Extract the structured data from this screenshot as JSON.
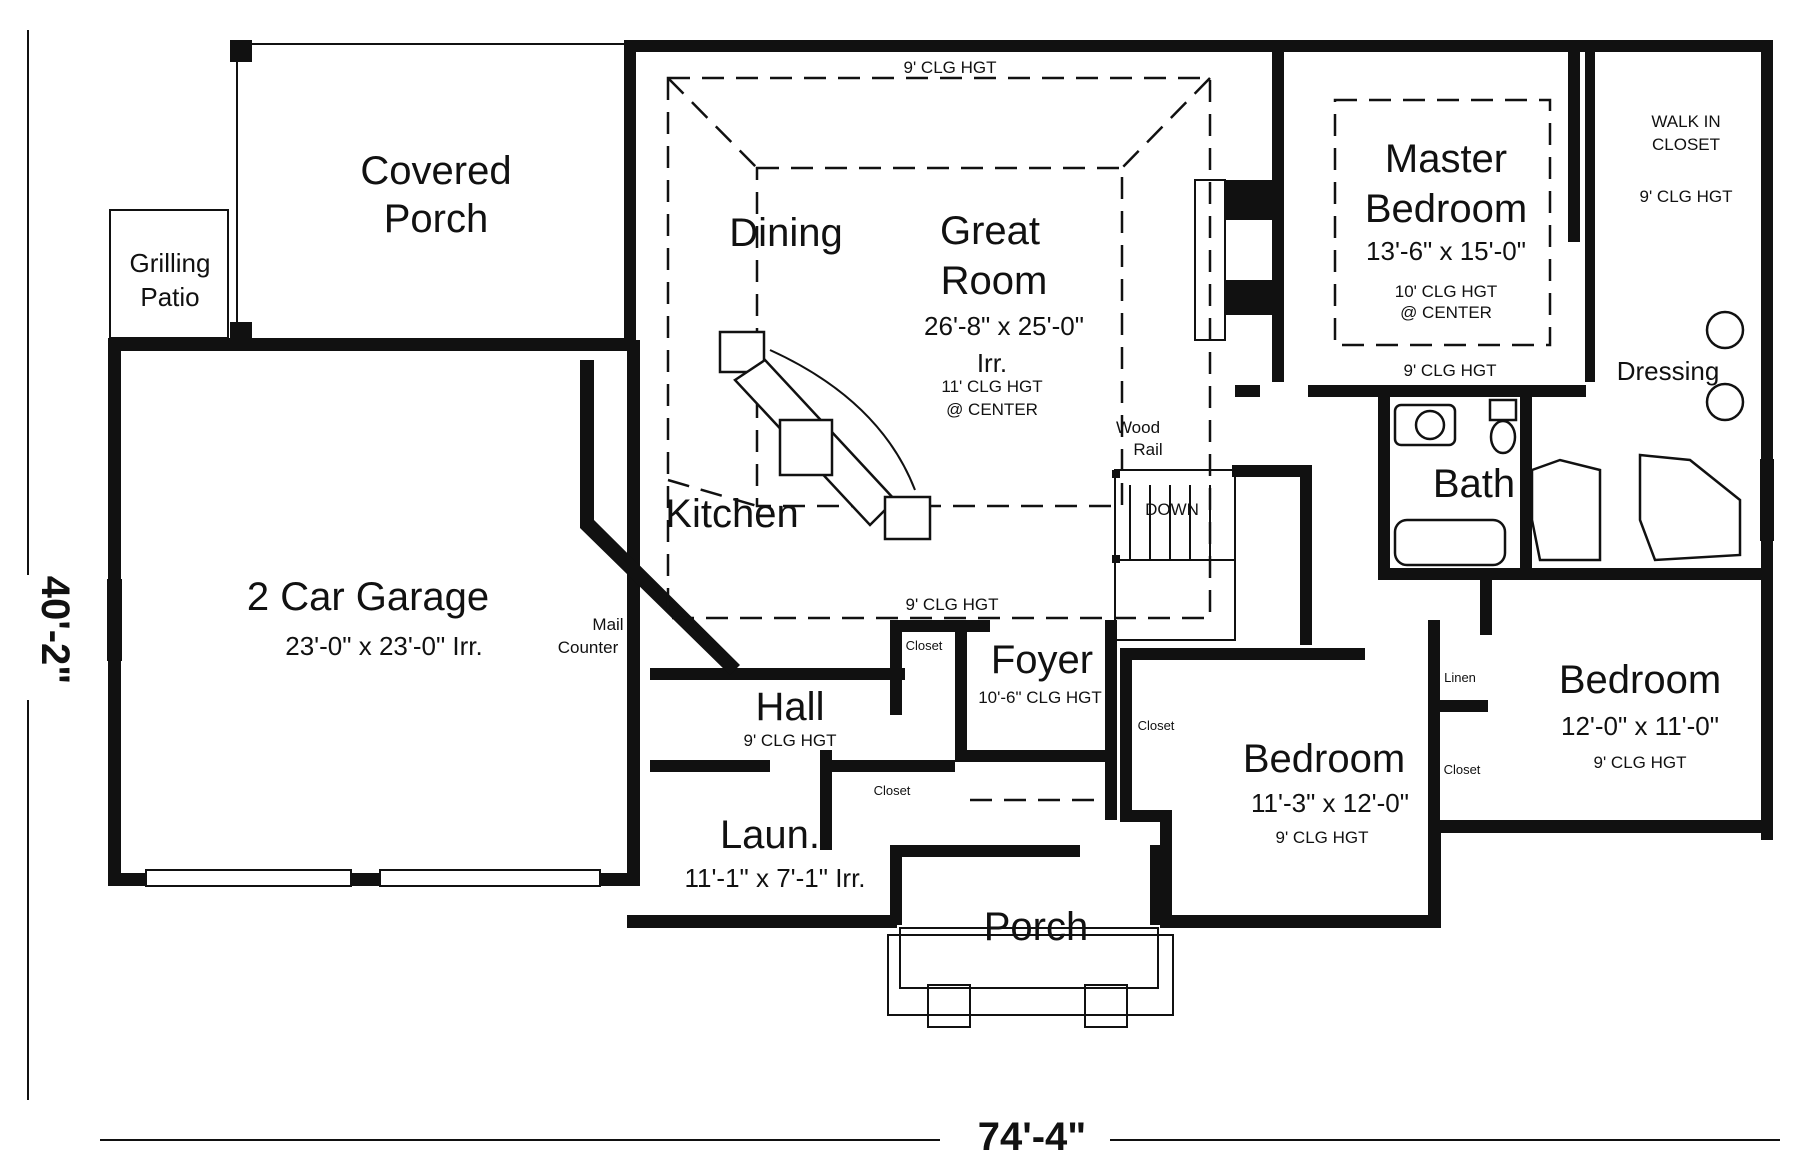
{
  "rooms": {
    "covered_porch": {
      "line1": "Covered",
      "line2": "Porch"
    },
    "grilling_patio": {
      "line1": "Grilling",
      "line2": "Patio"
    },
    "garage": {
      "name": "2 Car Garage",
      "dims": "23'-0\" x 23'-0\" Irr."
    },
    "dining": {
      "name": "Dining"
    },
    "great_room": {
      "line1": "Great",
      "line2": "Room",
      "dims": "26'-8\" x 25'-0\"",
      "irr": "Irr.",
      "clg1": "11' CLG HGT",
      "clg2": "@ CENTER",
      "top_clg": "9' CLG HGT",
      "bottom_clg": "9' CLG HGT"
    },
    "kitchen": {
      "name": "Kitchen"
    },
    "master_bedroom": {
      "line1": "Master",
      "line2": "Bedroom",
      "dims": "13'-6\" x 15'-0\"",
      "clg1": "10' CLG HGT",
      "clg2": "@ CENTER",
      "bottom_clg": "9' CLG HGT"
    },
    "walk_in_closet": {
      "line1": "WALK IN",
      "line2": "CLOSET",
      "clg": "9' CLG HGT"
    },
    "dressing": {
      "name": "Dressing"
    },
    "bath": {
      "name": "Bath"
    },
    "bedroom_right": {
      "name": "Bedroom",
      "dims": "12'-0\" x 11'-0\"",
      "clg": "9' CLG HGT"
    },
    "bedroom_mid": {
      "name": "Bedroom",
      "dims": "11'-3\" x 12'-0\"",
      "clg": "9' CLG HGT"
    },
    "foyer": {
      "name": "Foyer",
      "clg": "10'-6\" CLG HGT"
    },
    "hall": {
      "name": "Hall",
      "clg": "9' CLG HGT"
    },
    "laundry": {
      "name": "Laun.",
      "dims": "11'-1\" x 7'-1\" Irr."
    },
    "porch": {
      "name": "Porch"
    }
  },
  "small_labels": {
    "closet_foyer": "Closet",
    "closet_hall": "Closet",
    "closet_bed1": "Closet",
    "closet_bed2": "Closet",
    "linen": "Linen",
    "mail_counter_1": "Mail",
    "mail_counter_2": "Counter",
    "wood_rail_1": "Wood",
    "wood_rail_2": "Rail",
    "stair_down": "DOWN"
  },
  "dimensions": {
    "width": "74'-4\"",
    "depth": "40'-2\""
  }
}
